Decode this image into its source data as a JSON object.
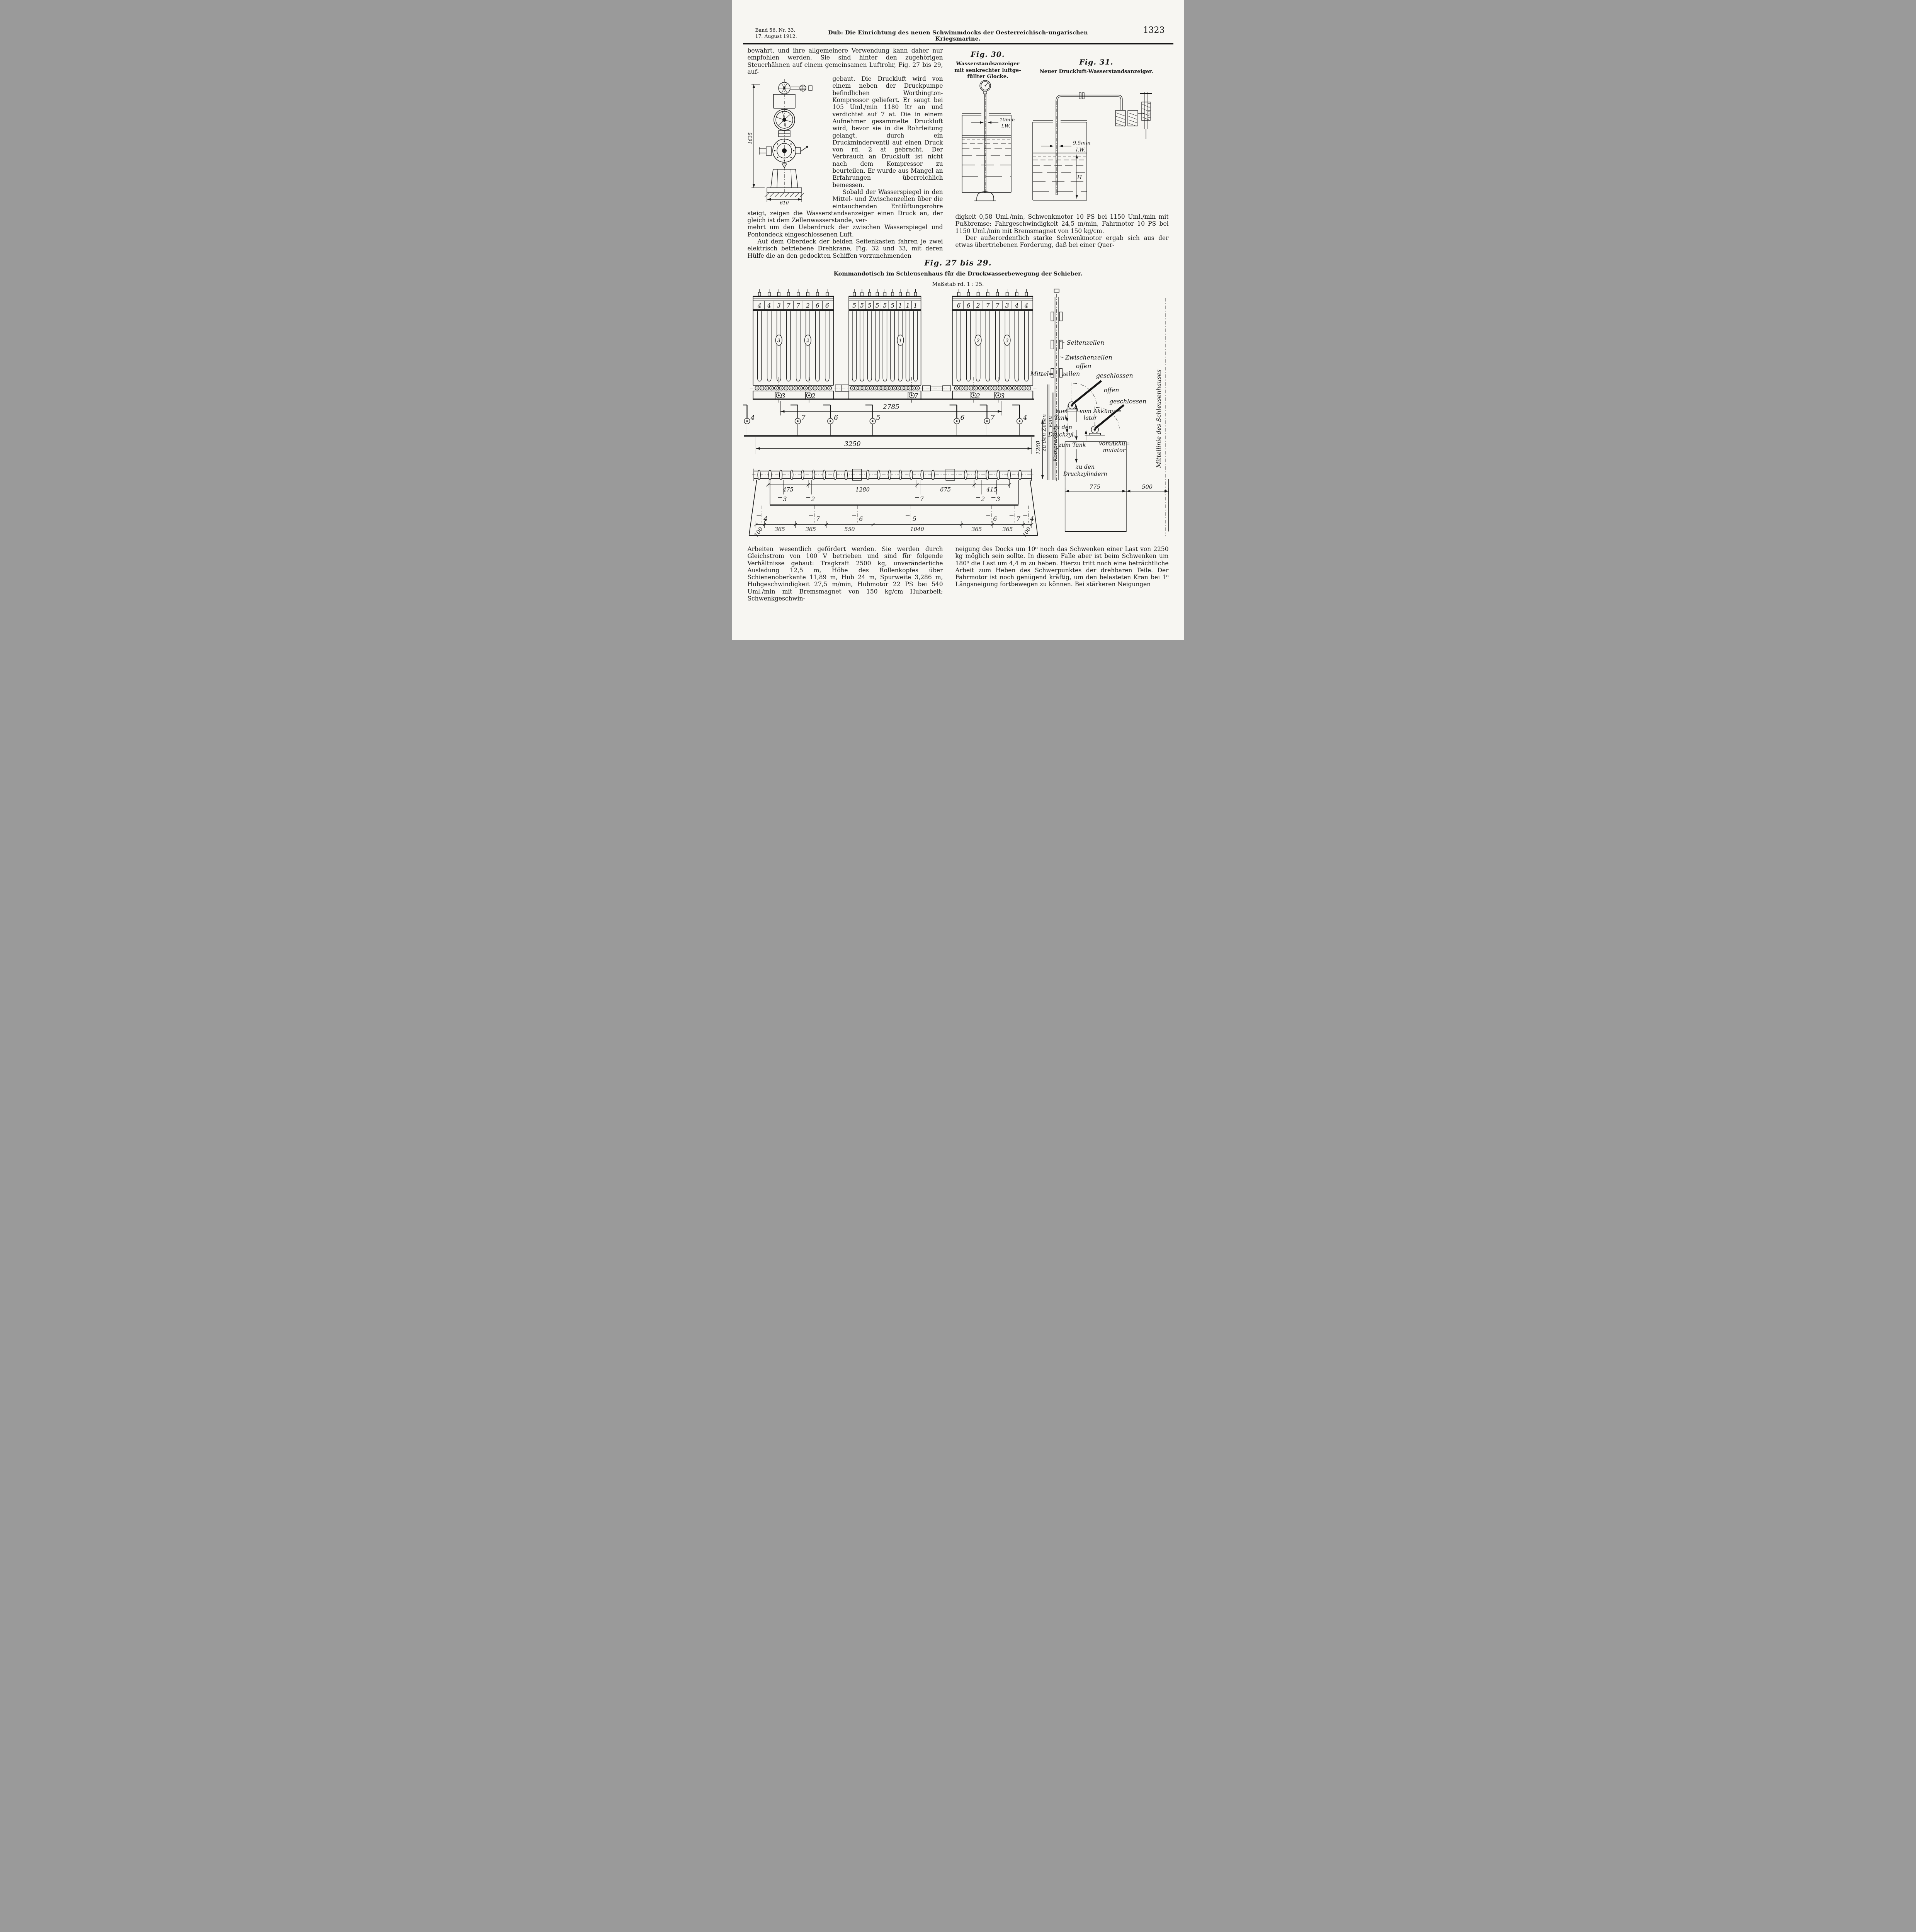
{
  "header": {
    "volume_line1": "Band 56.  Nr. 33.",
    "volume_line2": "17. August 1912.",
    "title": "Dub: Die Einrichtung des neuen Schwimmdocks der Oesterreichisch-ungarischen Kriegsmarine.",
    "page_number": "1323"
  },
  "article": {
    "col1": {
      "p1a": "bewährt, und ihre allgemeinere Verwendung kann daher nur empfohlen werden.  Sie sind hinter den zugehörigen Steuerhähnen auf einem gemeinsamen Luftrohr, Fig. 27 bis 29, auf-",
      "p1b": "gebaut.  Die Druckluft wird von einem neben der Druckpumpe befindlichen Worthington-Kompressor geliefert.  Er saugt bei 105 Uml./min 1180 ltr an und verdichtet auf 7 at. Die in einem Aufnehmer gesammelte Druckluft wird, bevor sie in die Rohrleitung gelangt, durch ein Druckminderventil auf einen Druck von rd. 2 at gebracht.  Der Verbrauch an Druckluft ist nicht nach dem Kompressor zu beurteilen.  Er wurde aus Mangel an Erfahrungen überreichlich bemessen.",
      "p2a": "Sobald der Wasserspiegel in den Mittel- und Zwischenzellen über die eintauchenden Entlüftungsrohre steigt, zeigen die Wasserstandsanzeiger einen Druck an, der gleich ist dem Zellenwasserstande, ver-",
      "p2b": "mehrt um den Ueberdruck der zwischen Wasserspiegel und Pontondeck eingeschlossenen Luft.",
      "p3": "Auf dem Oberdeck der beiden Seitenkasten fahren je zwei elektrisch betriebene Drehkrane, Fig. 32 und 33, mit deren Hülfe die an den gedockten Schiffen vorzunehmenden"
    },
    "col2": {
      "p1": "digkeit 0,58 Uml./min, Schwenkmotor 10 PS bei 1150 Uml./min mit Fußbremse; Fahrgeschwindigkeit 24,5 m/min, Fahrmotor 10 PS bei 1150 Uml./min mit Bremsmagnet von 150 kg/cm.",
      "p2": "Der außerordentlich starke Schwenkmotor ergab sich aus der etwas übertriebenen Forderung, daß bei einer Quer-"
    },
    "bottom_left": "Arbeiten wesentlich gefördert werden.  Sie werden durch Gleichstrom von 100 V betrieben und sind für folgende Verhältnisse gebaut: Tragkraft 2500 kg, unveränderliche Ausladung 12,5 m, Höhe des Rollenkopfes über Schienenoberkante 11,89 m, Hub 24 m, Spurweite 3,286 m, Hubgeschwindigkeit 27,5 m/min, Hubmotor 22 PS bei 540 Uml./min mit Bremsmagnet von 150 kg/cm Hubarbeit; Schwenkgeschwin-",
    "bottom_right": "neigung des Docks um 10⁰ noch das Schwenken einer Last von 2250 kg möglich sein sollte.  In diesem Falle aber ist beim Schwenken um 180⁰ die Last um 4,4 m zu heben. Hierzu tritt noch eine beträchtliche Arbeit zum Heben des Schwerpunktes der drehbaren Teile.  Der Fahrmotor ist noch genügend kräftig, um den belasteten Kran bei 1⁰ Längsneigung fortbewegen zu können.  Bei stärkeren Neigungen"
  },
  "pump_fig": {
    "dim_height": "1635",
    "dim_width": "610"
  },
  "fig30": {
    "title": "Fig. 30.",
    "caption_l1": "Wasserstandsanzeiger",
    "caption_l2": "mit senkrechter luftge-",
    "caption_l3": "füllter Glocke.",
    "label_bore": "10mm",
    "label_bore2": "l.W."
  },
  "fig31": {
    "title": "Fig. 31.",
    "caption": "Neuer Druckluft-Wasserstandsanzeiger.",
    "label_bore": "9,5mm",
    "label_bore2": "l.W.",
    "label_h": "H"
  },
  "fig27": {
    "title": "Fig. 27 bis 29.",
    "subtitle": "Kommandotisch im Schleusenhaus für die Druckwasserbewegung der Schieber.",
    "scale": "Maßstab rd. 1 : 25.",
    "group1_numbers": [
      "4",
      "4",
      "3",
      "7",
      "7",
      "2",
      "6",
      "6"
    ],
    "group2_numbers": [
      "5",
      "5",
      "5",
      "5",
      "5",
      "5",
      "1",
      "1",
      "1"
    ],
    "group3_numbers": [
      "6",
      "6",
      "2",
      "7",
      "7",
      "3",
      "4",
      "4"
    ],
    "oval_tags": [
      "3",
      "2",
      "1",
      "2",
      "3"
    ],
    "upper_levers": [
      "3",
      "2",
      "7",
      "2",
      "3"
    ],
    "lower_levers": [
      "4",
      "7",
      "6",
      "5",
      "6",
      "7",
      "4"
    ],
    "dim_2785": "2785",
    "dim_3250": "3250",
    "pipe_dims": [
      "475",
      "1280",
      "675",
      "415"
    ],
    "pipe_callouts": [
      "3",
      "2",
      "7",
      "2",
      "3"
    ],
    "bottom_callouts": [
      "4",
      "7",
      "6",
      "5",
      "6",
      "7",
      "4"
    ],
    "bottom_dims": [
      "100",
      "365",
      "365",
      "550",
      "1040",
      "365",
      "365",
      "100"
    ],
    "labels": {
      "seitenzellen": "Seitenzellen",
      "zwischenzellen": "Zwischenzellen",
      "offen1": "offen",
      "mittel": "Mittel=",
      "zellen": "zellen",
      "geschlossen1": "geschlossen",
      "offen2": "offen",
      "geschlossen2": "geschlossen",
      "zum1": "zum",
      "tank1": "Tank",
      "vom_akku1a": "vom Akkumu=",
      "vom_akku1b": "lator",
      "zu_den1": "zu den",
      "druckzyl": "Druckzyl.",
      "zu_den_zellen": "zu den Zellen",
      "vom2": "vom",
      "kompressor": "Kompressor",
      "dim_1260": "1260",
      "zum_tank2": "zum Tank",
      "vom_akku2a": "vomAkku=",
      "vom_akku2b": "mulator",
      "zu_den2": "zu den",
      "druckzylindern": "Druckzylindern",
      "dim_775": "775",
      "dim_500": "500",
      "mittellinie": "Mittellinie des Schleusenhauses"
    }
  }
}
